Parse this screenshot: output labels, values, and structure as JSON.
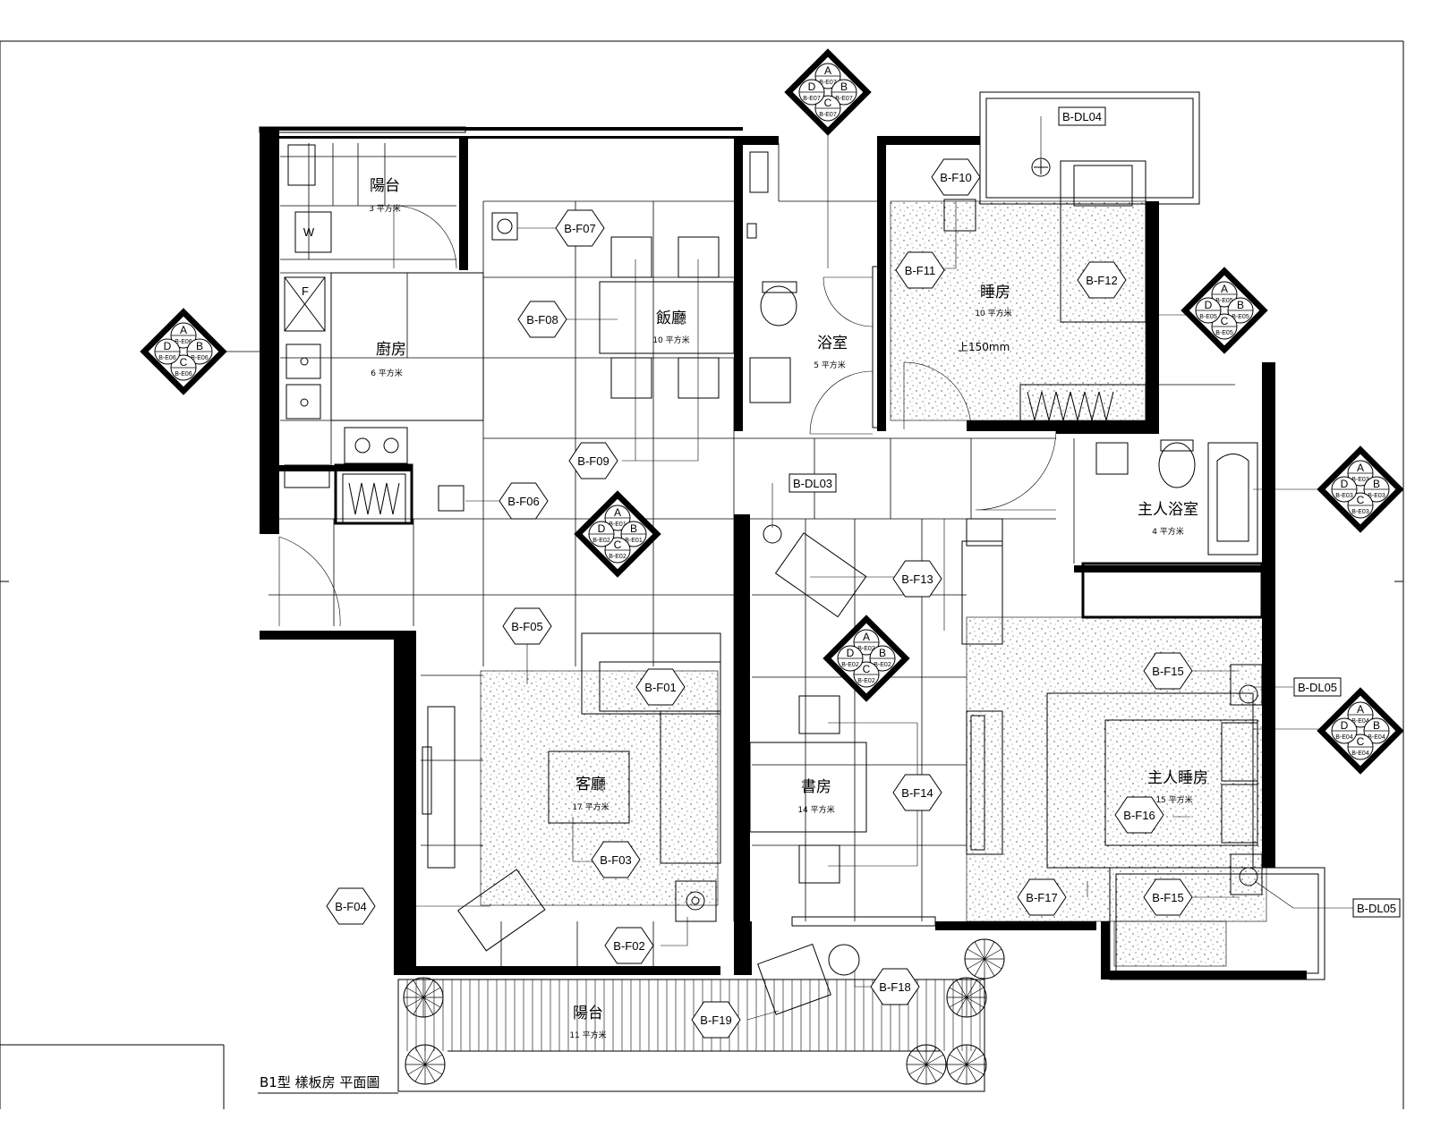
{
  "title": "B1型 樣板房 平面圖",
  "rooms": [
    {
      "key": "balcony_n",
      "name": "陽台",
      "area": "3 平方米"
    },
    {
      "key": "kitchen",
      "name": "廚房",
      "area": "6 平方米"
    },
    {
      "key": "dining",
      "name": "飯廳",
      "area": "10 平方米"
    },
    {
      "key": "bath",
      "name": "浴室",
      "area": "5 平方米"
    },
    {
      "key": "bedroom",
      "name": "睡房",
      "area": "10 平方米"
    },
    {
      "key": "master_bath",
      "name": "主人浴室",
      "area": "4 平方米"
    },
    {
      "key": "living",
      "name": "客廳",
      "area": "17 平方米"
    },
    {
      "key": "study",
      "name": "書房",
      "area": "14 平方米"
    },
    {
      "key": "master_bed",
      "name": "主人睡房",
      "area": "15 平方米"
    },
    {
      "key": "balcony_s",
      "name": "陽台",
      "area": "11 平方米"
    }
  ],
  "level_note": "上150mm",
  "appliance_labels": {
    "washer": "W",
    "fridge": "F"
  },
  "furniture_tags": [
    "B-F01",
    "B-F02",
    "B-F03",
    "B-F04",
    "B-F05",
    "B-F06",
    "B-F07",
    "B-F08",
    "B-F09",
    "B-F10",
    "B-F11",
    "B-F12",
    "B-F13",
    "B-F14",
    "B-F15",
    "B-F15",
    "B-F16",
    "B-F17",
    "B-F18",
    "B-F19"
  ],
  "lighting_tags": [
    "B-DL03",
    "B-DL04",
    "B-DL05",
    "B-DL05"
  ],
  "elevation_markers": [
    {
      "a": "A",
      "b": "B",
      "c": "C",
      "d": "D",
      "ea": "B-E07",
      "eb": "B-E07",
      "ec": "B-E07",
      "ed": "B-E07"
    },
    {
      "a": "A",
      "b": "B",
      "c": "C",
      "d": "D",
      "ea": "B-E06",
      "eb": "B-E06",
      "ec": "B-E06",
      "ed": "B-E06"
    },
    {
      "a": "A",
      "b": "B",
      "c": "C",
      "d": "D",
      "ea": "B-E05",
      "eb": "B-E05",
      "ec": "B-E05",
      "ed": "B-E05"
    },
    {
      "a": "A",
      "b": "B",
      "c": "C",
      "d": "D",
      "ea": "B-E03",
      "eb": "B-E03",
      "ec": "B-E03",
      "ed": "B-E03"
    },
    {
      "a": "A",
      "b": "B",
      "c": "C",
      "d": "D",
      "ea": "B-E01",
      "eb": "B-E01",
      "ec": "B-E02",
      "ed": "B-E02"
    },
    {
      "a": "A",
      "b": "B",
      "c": "C",
      "d": "D",
      "ea": "B-E02",
      "eb": "B-E02",
      "ec": "B-E02",
      "ed": "B-E02"
    },
    {
      "a": "A",
      "b": "B",
      "c": "C",
      "d": "D",
      "ea": "B-E04",
      "eb": "B-E04",
      "ec": "B-E04",
      "ed": "B-E04"
    }
  ]
}
